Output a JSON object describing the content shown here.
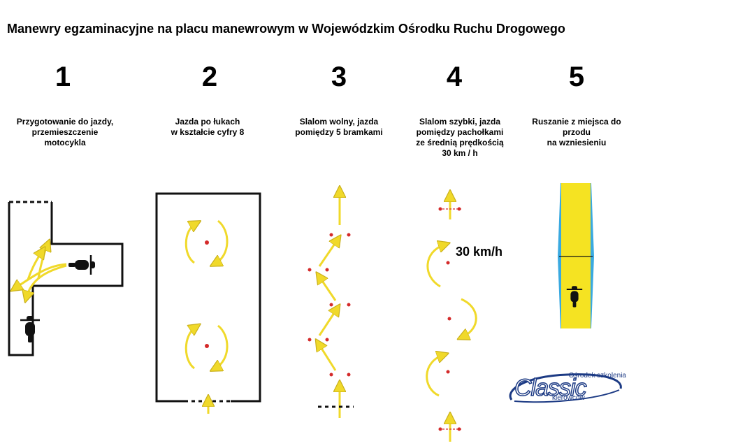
{
  "title": "Manewry egzaminacyjne na placu manewrowym w Wojewódzkim Ośrodku Ruchu Drogowego",
  "maneuvers": [
    {
      "number": "1",
      "caption": "Przygotowanie do jazdy,\nprzemieszczenie\nmotocykla"
    },
    {
      "number": "2",
      "caption": "Jazda po łukach\nw kształcie cyfry 8"
    },
    {
      "number": "3",
      "caption": "Slalom wolny, jazda\npomiędzy 5 bramkami"
    },
    {
      "number": "4",
      "caption": "Slalom szybki, jazda\npomiędzy pachołkami\nze średnią prędkością\n30 km / h"
    },
    {
      "number": "5",
      "caption": "Ruszanie z miejsca do\nprzodu\nna wzniesieniu"
    }
  ],
  "speed_label": "30 km/h",
  "logo": {
    "top": "Ośrodek szkolenia",
    "main": "Classic",
    "bottom": "kierowców"
  },
  "colors": {
    "arrow": "#f0d92a",
    "arrow_edge": "#c9b01b",
    "cone": "#d42a2a",
    "ramp": "#f5e322",
    "ramp_edge": "#3aa9e0",
    "logo": "#1c3a84"
  }
}
